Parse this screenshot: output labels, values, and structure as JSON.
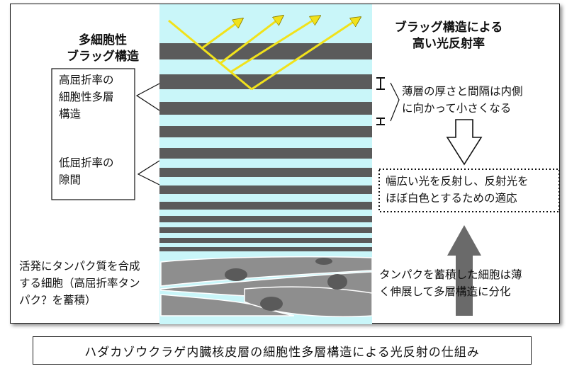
{
  "left_title": [
    "多細胞性",
    "ブラッグ構造"
  ],
  "right_title": [
    "ブラッグ構造による",
    "高い光反射率"
  ],
  "high_index_label": [
    "高屈折率の",
    "細胞性多層",
    "構造"
  ],
  "low_index_label": [
    "低屈折率の",
    "隙間"
  ],
  "thickness_note": [
    "薄層の厚さと間隔は内側",
    "に向かって小さくなる"
  ],
  "reflection_note": [
    "幅広い光を反射し、反射光を",
    "ほぼ白色とするための適応"
  ],
  "cell_label": [
    "活発にタンパク質を合成",
    "する細胞（高屈折率タン",
    "パク？を蓄積）"
  ],
  "cell_note": [
    "タンパクを蓄積した細胞は薄",
    "く伸展して多層構造に分化"
  ],
  "caption": "ハダカゾウクラゲ内臓核皮層の細胞性多層構造による光反射の仕組み",
  "colors": {
    "water": "#c9f6f9",
    "layer": "#5b5b5b",
    "cell": "#8e8e8e",
    "nucleus": "#5a5a5a",
    "light_ray": "#f1e21b",
    "arrow_up": "#6a6a6a"
  }
}
